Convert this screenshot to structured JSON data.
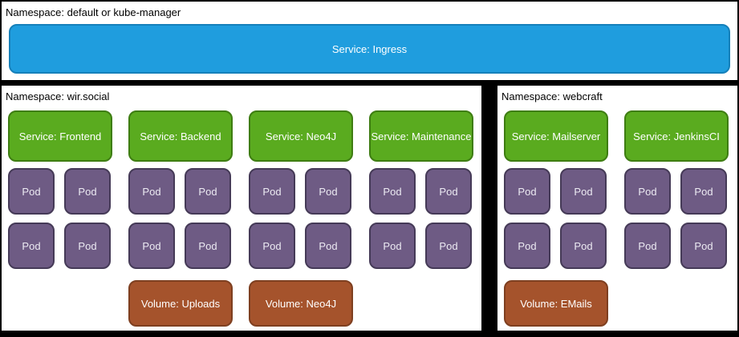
{
  "colors": {
    "ingress_blue": "#1f9dde",
    "ingress_border": "#1580ba",
    "service_green": "#5aab1f",
    "service_border": "#3e7d12",
    "pod_purple": "#6e5b84",
    "pod_border": "#453a57",
    "volume_brown": "#a5532c",
    "volume_border": "#7e3f20",
    "panel_white": "#ffffff",
    "background_black": "#000000"
  },
  "pod_label": "Pod",
  "top_panel": {
    "label": "Namespace: default or kube-manager",
    "ingress": "Service: Ingress"
  },
  "ns_social": {
    "label": "Namespace: wir.social",
    "groups": [
      {
        "service": "Service: Frontend",
        "pod_count": 4
      },
      {
        "service": "Service: Backend",
        "pod_count": 4,
        "volume": "Volume: Uploads"
      },
      {
        "service": "Service: Neo4J",
        "pod_count": 4,
        "volume": "Volume: Neo4J"
      },
      {
        "service": "Service: Maintenance",
        "pod_count": 4
      }
    ]
  },
  "ns_webcraft": {
    "label": "Namespace: webcraft",
    "groups": [
      {
        "service": "Service: Mailserver",
        "pod_count": 4,
        "volume": "Volume: EMails"
      },
      {
        "service": "Service: JenkinsCI",
        "pod_count": 4
      }
    ]
  }
}
